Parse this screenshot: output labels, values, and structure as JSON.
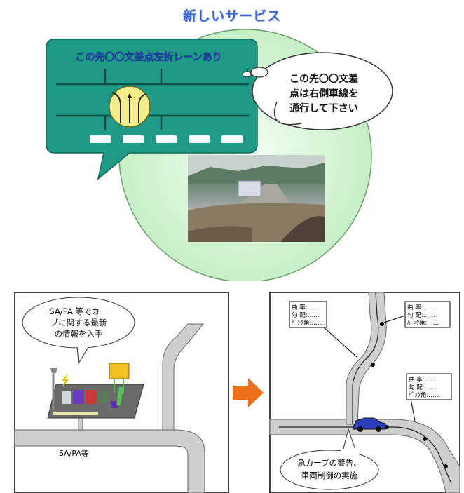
{
  "title": "新しいサービス",
  "hud": {
    "banner": "この先〇〇文差点左折レーンあり"
  },
  "voice_bubble": {
    "lines": [
      "この先〇〇文差",
      "点は右側車線を",
      "通行して下さい"
    ]
  },
  "left_panel": {
    "bubble_lines": [
      "SA/PA 等でカー",
      "ブに関する最新",
      "の情報を入手"
    ],
    "sapa_label": "SA/PA等"
  },
  "right_panel": {
    "curve_boxes": [
      [
        "曲 率:……",
        "勾 配:……",
        "ﾊﾞﾝｸ角:……"
      ],
      [
        "曲 率:……",
        "勾 配:……",
        "ﾊﾞﾝｸ角:……"
      ],
      [
        "曲 率:……",
        "勾 配:……",
        "ﾊﾞﾝｸ角:……"
      ]
    ],
    "bubble_lines": [
      "急カーブの警告、",
      "車両制御の実施"
    ]
  },
  "colors": {
    "title": "#3a66d6",
    "hud_green": "#1f9a86",
    "halo": "#d8f5d8",
    "arrow": "#f06f1c",
    "road": "#c8c8c8"
  }
}
